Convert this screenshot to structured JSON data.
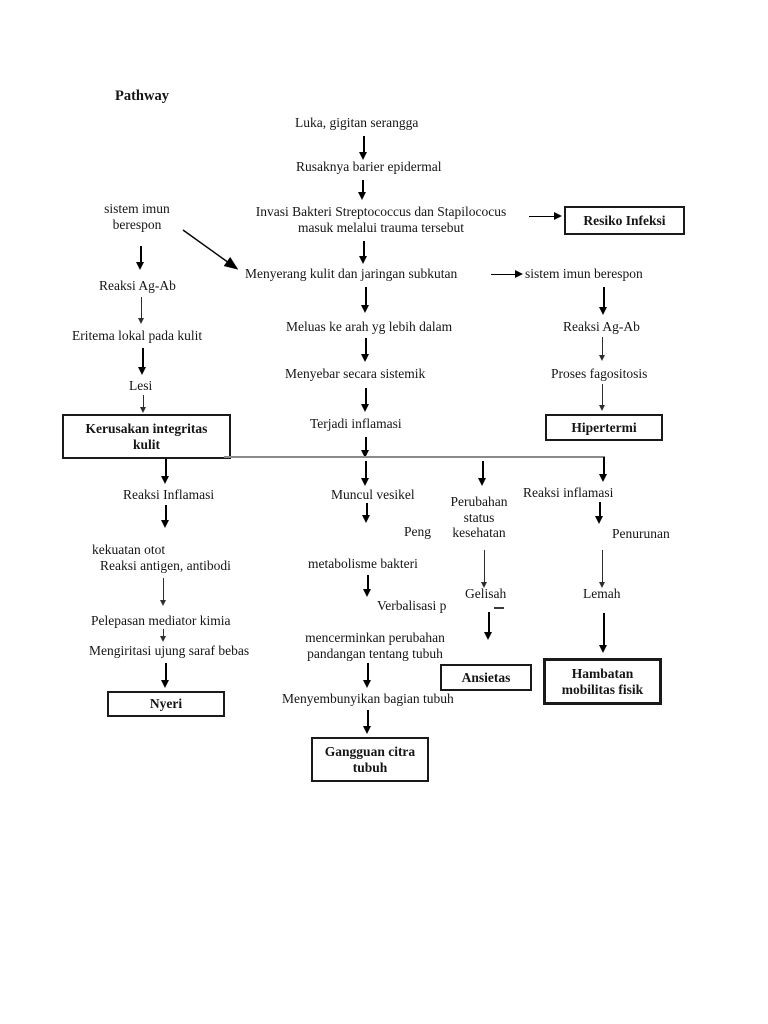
{
  "page": {
    "title": "Pathway"
  },
  "nodes": {
    "luka": "Luka, gigitan serangga",
    "rusaknya": "Rusaknya barier epidermal",
    "invasi": [
      "Invasi Bakteri Streptococcus dan Stapilococus",
      "masuk melalui trauma tersebut"
    ],
    "sistem_imun_kiri": [
      "sistem imun",
      "berespon"
    ],
    "menyerang": "Menyerang kulit dan jaringan subkutan",
    "sistem_imun_kanan": "sistem imun berespon",
    "reaksi_agab_kiri": "Reaksi Ag-Ab",
    "eritema": "Eritema lokal pada kulit",
    "lesi": "Lesi",
    "meluas": "Meluas ke arah yg lebih dalam",
    "menyebar": "Menyebar secara sistemik",
    "terjadi": "Terjadi inflamasi",
    "reaksi_agab_kanan": "Reaksi Ag-Ab",
    "proses": "Proses fagositosis",
    "reaksi_inflamasi_a": "Reaksi Inflamasi",
    "kekuatan_otot": "kekuatan otot",
    "reaksi_antigen": "Reaksi antigen, antibodi",
    "pelepasan": "Pelepasan mediator kimia",
    "mengiritasi": "Mengiritasi ujung saraf bebas",
    "muncul": "Muncul vesikel",
    "peng": "Peng",
    "metabolisme": "metabolisme bakteri",
    "verbalisasi": "Verbalisasi p",
    "mencerminkan": [
      "mencerminkan perubahan",
      "pandangan tentang tubuh"
    ],
    "menyembunyikan": "Menyembunyikan bagian tubuh",
    "perubahan": [
      "Perubahan",
      "status",
      "kesehatan"
    ],
    "gelisah": "Gelisah",
    "reaksi_inflamasi_d": "Reaksi inflamasi",
    "penurunan": "Penurunan",
    "lemah": "Lemah"
  },
  "diagnosis_boxes": {
    "resiko_infeksi": "Resiko Infeksi",
    "kerusakan": [
      "Kerusakan integritas",
      "kulit"
    ],
    "hipertermi": "Hipertermi",
    "nyeri": "Nyeri",
    "gangguan": [
      "Gangguan citra",
      "tubuh"
    ],
    "ansietas": "Ansietas",
    "hambatan": [
      "Hambatan",
      "mobilitas fisik"
    ]
  },
  "colors": {
    "page_bg": "#ffffff",
    "text": "#151515",
    "arrow": "#000000",
    "divider_line": "#8a8a8a"
  }
}
